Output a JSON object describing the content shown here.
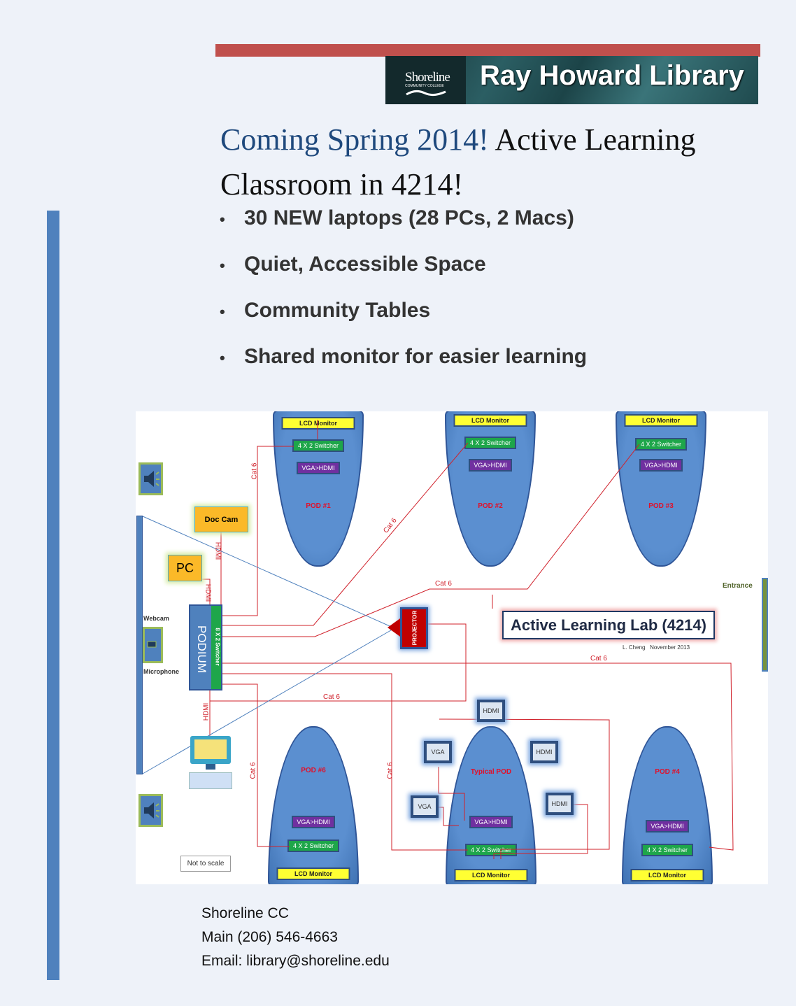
{
  "header": {
    "logo_text": "Shoreline",
    "logo_subtext": "COMMUNITY COLLEGE",
    "banner_title": "Ray Howard Library"
  },
  "title": {
    "highlight": "Coming Spring 2014!",
    "rest": " Active Learning Classroom in 4214!"
  },
  "bullets": [
    "30 NEW laptops  (28  PCs, 2 Macs)",
    "Quiet, Accessible Space",
    "Community Tables",
    "Shared monitor for easier learning"
  ],
  "diagram": {
    "title": "Active Learning Lab (4214)",
    "credit": "L. Cheng   November 2013",
    "entrance": "Entrance",
    "webcam": "Webcam",
    "microphone": "Microphone",
    "doc_cam": "Doc Cam",
    "pc": "PC",
    "podium": "PODIUM",
    "podium_switcher": "8 X 2 Switcher",
    "projector": "PROJECTOR",
    "not_to_scale": "Not to scale",
    "lcd": "LCD Monitor",
    "switcher": "4 X 2 Switcher",
    "converter": "VGA>HDMI",
    "pods": {
      "p1": "POD #1",
      "p2": "POD #2",
      "p3": "POD #3",
      "p6": "POD #6",
      "typical": "Typical POD",
      "p4": "POD #4"
    },
    "ports": {
      "hdmi": "HDMI",
      "vga": "VGA"
    },
    "cable_cat6": "Cat 6",
    "cable_hdmi": "HDMI"
  },
  "footer": {
    "name": "Shoreline CC",
    "phone": "Main (206) 546-4663",
    "email": "Email: library@shoreline.edu"
  },
  "colors": {
    "accent_blue": "#4f81bd",
    "red_bar": "#c0504d",
    "title_blue": "#1f497d"
  }
}
